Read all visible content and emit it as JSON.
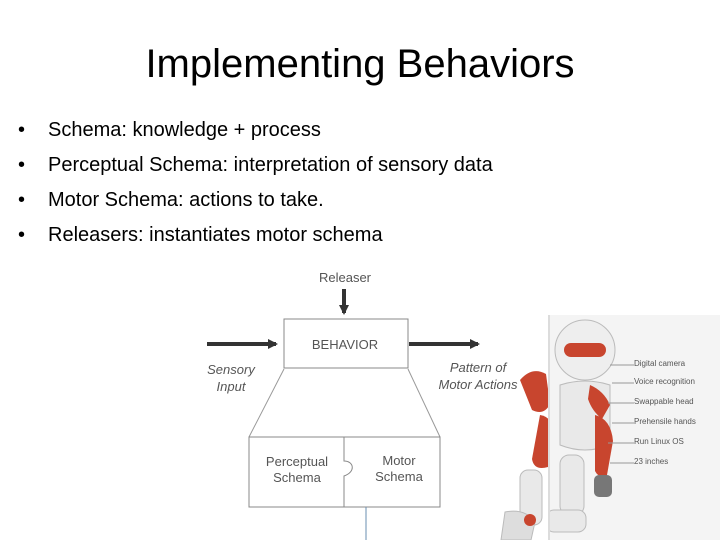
{
  "slide": {
    "title": "Implementing Behaviors",
    "bullets": [
      "Schema: knowledge + process",
      "Perceptual Schema: interpretation of sensory data",
      "Motor Schema: actions to take.",
      "Releasers: instantiates motor schema"
    ]
  },
  "diagram": {
    "releaser": "Releaser",
    "behavior": "BEHAVIOR",
    "sensory_1": "Sensory",
    "sensory_2": "Input",
    "pattern_1": "Pattern of",
    "pattern_2": "Motor Actions",
    "perceptual_1": "Perceptual",
    "perceptual_2": "Schema",
    "motor_1": "Motor",
    "motor_2": "Schema"
  },
  "robot": {
    "callouts": [
      "Digital camera",
      "Voice recognition",
      "Swappable head",
      "Prehensile hands",
      "Run Linux OS",
      "23 inches"
    ]
  },
  "colors": {
    "robot_accent": "#c8452e",
    "robot_body": "#e9e9e9"
  }
}
